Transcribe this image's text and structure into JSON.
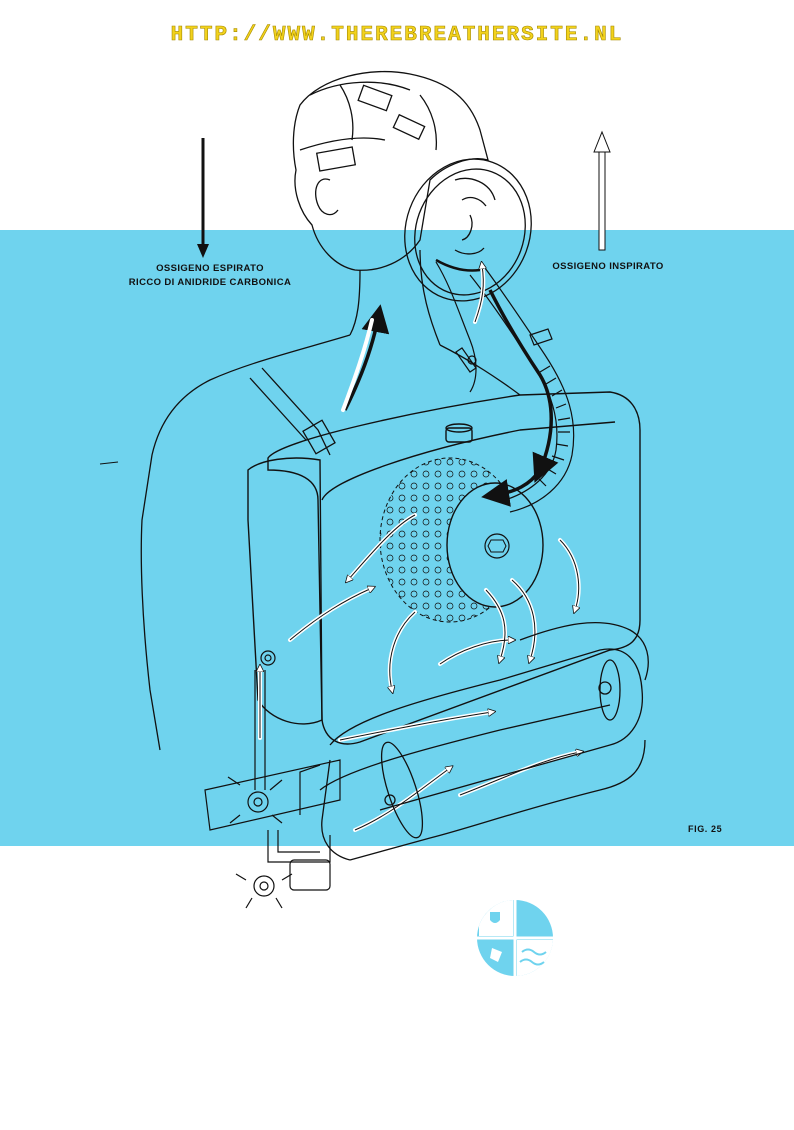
{
  "watermark": "HTTP://WWW.THEREBREATHERSITE.NL",
  "labels": {
    "exhaled_line1": "OSSIGENO ESPIRATO",
    "exhaled_line2": "RICCO DI ANIDRIDE CARBONICA",
    "inhaled": "OSSIGENO INSPIRATO"
  },
  "figure_label": "FIG. 25",
  "colors": {
    "band": "#6fd3ee",
    "line": "#111111",
    "watermark": "#f2d21c",
    "logo": "#6fd3ee"
  },
  "icons": {
    "logo": "shield-waves-emblem"
  }
}
